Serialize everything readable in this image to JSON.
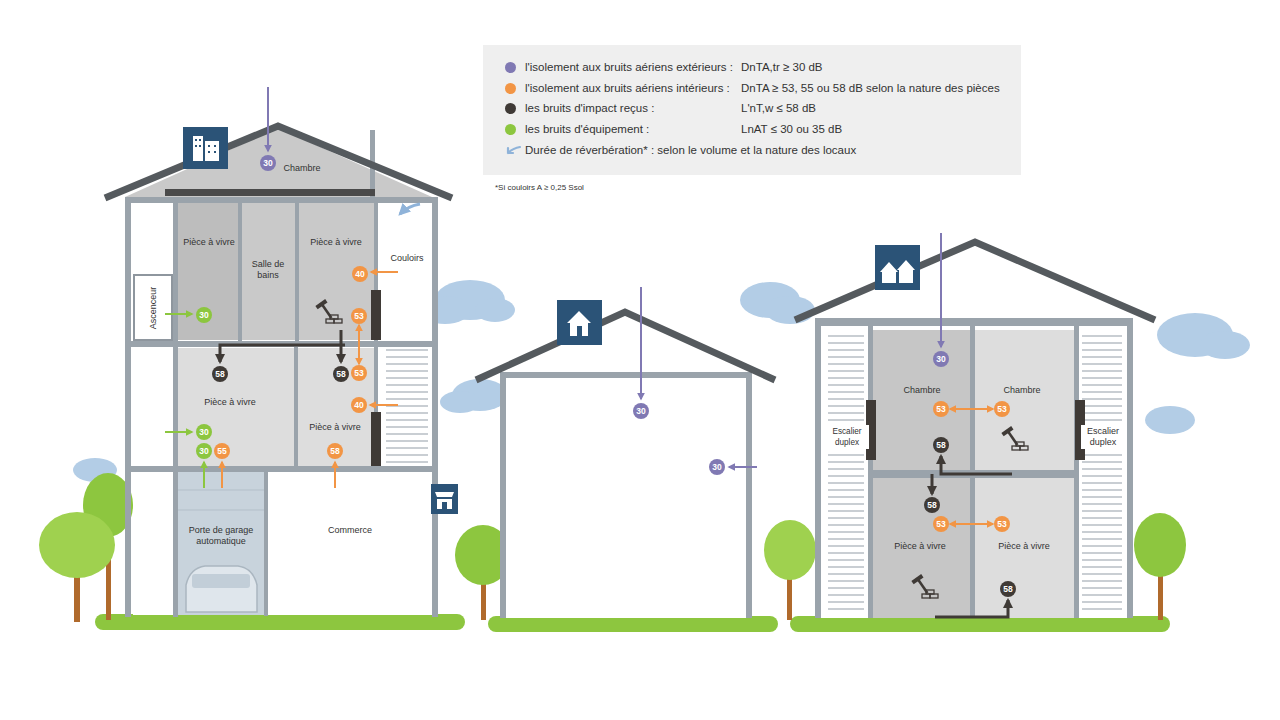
{
  "diagram": {
    "nodes": [
      {
        "text": [
          "Chambre"
        ]
      },
      {
        "text": [
          "30"
        ],
        "in": 0
      },
      {
        "text": [
          "Pièce à vivre"
        ]
      },
      {
        "text": [
          "30"
        ],
        "in": 2
      },
      {
        "text": [
          "Salle de bains"
        ]
      },
      {
        "text": [
          "Pièce à vivre"
        ]
      },
      {
        "text": [
          "40"
        ],
        "in": 5
      },
      {
        "text": [
          "53"
        ],
        "in": 5
      },
      {
        "text": [
          "Couloirs"
        ]
      },
      {
        "text": [
          "Ascenceur"
        ]
      },
      {
        "text": [
          "Pièce à vivre"
        ]
      },
      {
        "text": [
          "58"
        ],
        "in": 10
      },
      {
        "text": [
          "30"
        ],
        "in": 10
      },
      {
        "text": [
          "30"
        ],
        "in": 10
      },
      {
        "text": [
          "55"
        ],
        "in": 10
      },
      {
        "text": [
          "Pièce à vivre"
        ]
      },
      {
        "text": [
          "58"
        ],
        "in": 15
      },
      {
        "text": [
          "53"
        ],
        "in": 15
      },
      {
        "text": [
          "40"
        ],
        "in": 15
      },
      {
        "text": [
          "58"
        ],
        "in": 15
      },
      {
        "text": [
          "Porte de garage automatique"
        ]
      },
      {
        "text": [
          "Commerce"
        ]
      },
      {
        "text": [
          "30"
        ]
      },
      {
        "text": [
          "30"
        ]
      },
      {
        "text": [
          "Chambre"
        ]
      },
      {
        "text": [
          "30"
        ],
        "in": 24
      },
      {
        "text": [
          "53"
        ],
        "in": 24
      },
      {
        "text": [
          "58"
        ],
        "in": 24
      },
      {
        "text": [
          "Chambre"
        ]
      },
      {
        "text": [
          "53"
        ],
        "in": 28
      },
      {
        "text": [
          "Escalier duplex"
        ]
      },
      {
        "text": [
          "Escalier duplex"
        ]
      },
      {
        "text": [
          "Pièce à vivre"
        ]
      },
      {
        "text": [
          "58"
        ],
        "in": 32
      },
      {
        "text": [
          "53"
        ],
        "in": 32
      },
      {
        "text": [
          "Pièce à vivre"
        ]
      },
      {
        "text": [
          "53"
        ],
        "in": 35
      },
      {
        "text": [
          "58"
        ],
        "in": 35
      }
    ],
    "edges": [
      {
        "from": 7,
        "to": 17,
        "arrow": "both"
      },
      {
        "from": 26,
        "to": 29,
        "arrow": "both"
      },
      {
        "from": 34,
        "to": 36,
        "arrow": "both"
      }
    ],
    "labels": [
      "DnTA,tr ≥ 30 dB",
      "DnTA ≥ 53, 55 ou 58 dB selon la nature des pièces",
      "L'nT,w ≤ 58 dB",
      "LnAT ≤ 30 ou 35 dB",
      "*Si couloirs A ≥ 0,25 Ssol"
    ],
    "legend": [
      {
        "text": "l'isolement aux bruits aériens extérieurs :",
        "color": "#8079b3"
      },
      {
        "text": "l'isolement aux bruits aériens intérieurs :",
        "color": "#f29545"
      },
      {
        "text": "les bruits d'impact reçus :",
        "color": "#3f3a36"
      },
      {
        "text": "les bruits d'équipement :",
        "color": "#8cc63f"
      },
      {
        "text": "Durée de réverbération* : selon le volume et la nature des locaux"
      }
    ]
  }
}
